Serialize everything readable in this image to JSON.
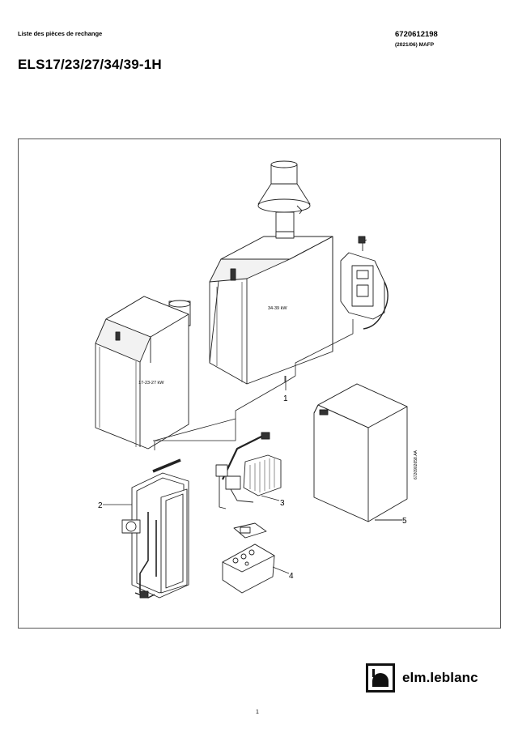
{
  "header": {
    "doc_type": "Liste des pièces de rechange",
    "doc_number": "6720612198",
    "revision": "(2021/06) MAFP",
    "title": "ELS17/23/27/34/39-1H"
  },
  "figure": {
    "power_small": "17-23-27 kW",
    "power_large": "34-39 kW",
    "drawing_ref": "6720902658.AA",
    "callouts": [
      "1",
      "2",
      "3",
      "4",
      "5"
    ]
  },
  "footer": {
    "brand": "elm.leblanc",
    "page": "1"
  }
}
